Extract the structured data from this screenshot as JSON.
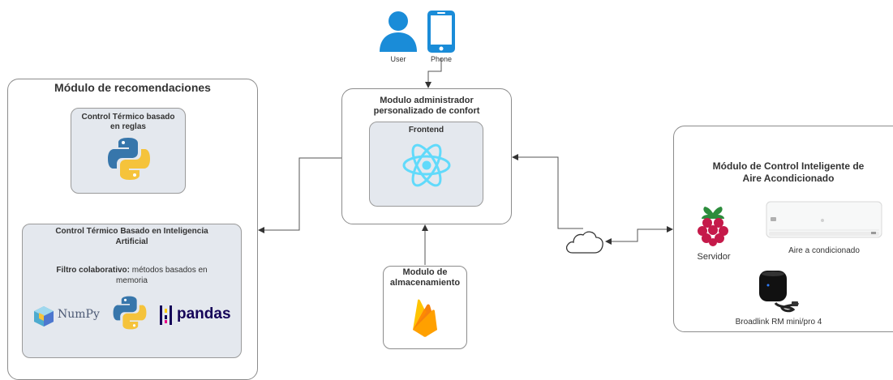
{
  "user": {
    "user_label": "User",
    "phone_label": "Phone"
  },
  "recomendaciones": {
    "title": "Módulo de recomendaciones",
    "rules_box": {
      "title": "Control Térmico basado en reglas"
    },
    "ai_box": {
      "title": "Control Térmico Basado en Inteligencia Artificial",
      "filter_bold": "Filtro colaborativo:",
      "filter_rest": " métodos basados en memoria",
      "numpy_label": "NumPy",
      "pandas_label": "pandas"
    }
  },
  "admin": {
    "title": "Modulo  administrador personalizado de confort",
    "frontend_title": "Frontend"
  },
  "storage": {
    "title": "Modulo de almacenamiento"
  },
  "control": {
    "title": "Módulo de Control Inteligente de Aire Acondicionado",
    "server_label": "Servidor",
    "ac_label": "Aire a condicionado",
    "broadlink_label": "Broadlink RM mini/pro 4"
  },
  "colors": {
    "python_blue": "#3776ab",
    "python_yellow": "#f5c33b",
    "react_cyan": "#61dafb",
    "firebase_orange": "#f6820d",
    "user_blue": "#1a8cd8",
    "raspberry_red": "#c51a4a",
    "pandas_navy": "#150458"
  }
}
